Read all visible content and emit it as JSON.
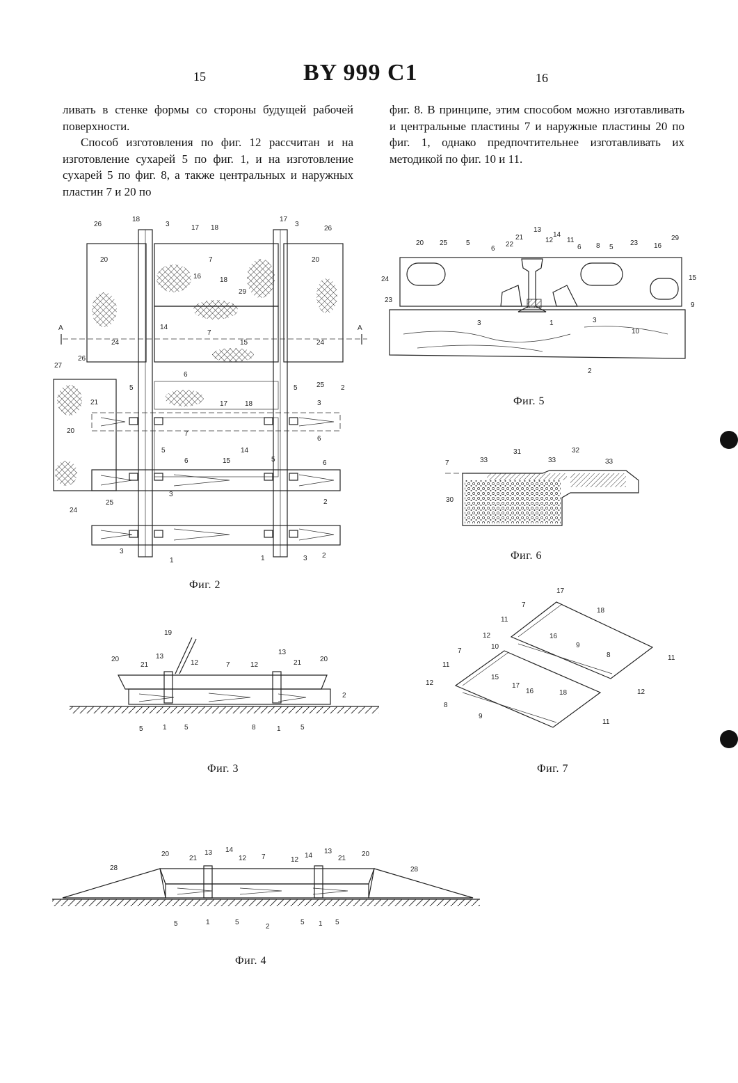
{
  "header": {
    "page_left": "15",
    "title": "BY 999 C1",
    "page_right": "16"
  },
  "column_left": {
    "p1": "ливать в стенке формы со стороны будущей рабочей поверхности.",
    "p2": "Способ изготовления по фиг. 12 рассчитан и на изготовление сухарей 5 по фиг. 1, и на изготовление сухарей 5 по фиг. 8, а также центральных и наружных пластин 7 и 20 по"
  },
  "column_right": {
    "p1": "фиг. 8. В принципе, этим способом можно изготавливать и центральные пластины 7 и наружные пластины 20 по фиг. 1, однако предпочтительнее изготавливать их методикой по фиг. 10 и 11."
  },
  "figures": {
    "fig2": {
      "caption": "Фиг. 2",
      "section_mark": "A"
    },
    "fig3": {
      "caption": "Фиг. 3"
    },
    "fig4": {
      "caption": "Фиг. 4"
    },
    "fig5": {
      "caption": "Фиг. 5"
    },
    "fig6": {
      "caption": "Фиг. 6"
    },
    "fig7": {
      "caption": "Фиг. 7"
    }
  }
}
